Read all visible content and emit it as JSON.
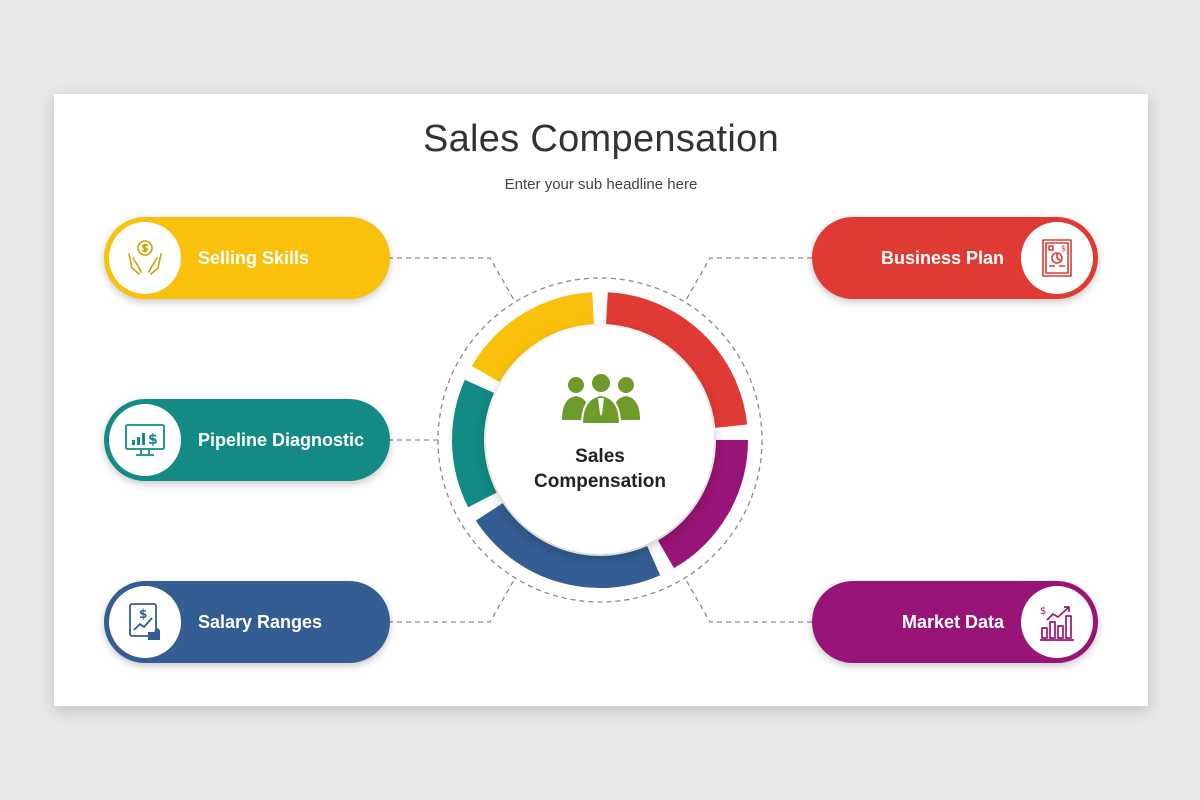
{
  "slide": {
    "title": "Sales Compensation",
    "subtitle": "Enter your sub headline here"
  },
  "center": {
    "line1": "Sales",
    "line2": "Compensation",
    "icon": "team-people-icon",
    "icon_color": "#6e9b2a"
  },
  "items": {
    "selling_skills": {
      "label": "Selling Skills",
      "color": "#f9c00c",
      "icon": "hands-money-icon"
    },
    "pipeline_diagnostic": {
      "label": "Pipeline Diagnostic",
      "color": "#138a84",
      "icon": "monitor-chart-dollar-icon"
    },
    "salary_ranges": {
      "label": "Salary Ranges",
      "color": "#335d93",
      "icon": "tablet-growth-dollar-icon"
    },
    "business_plan": {
      "label": "Business Plan",
      "color": "#e03a35",
      "icon": "plan-document-icon"
    },
    "market_data": {
      "label": "Market Data",
      "color": "#981476",
      "icon": "bar-chart-dollar-icon"
    }
  }
}
